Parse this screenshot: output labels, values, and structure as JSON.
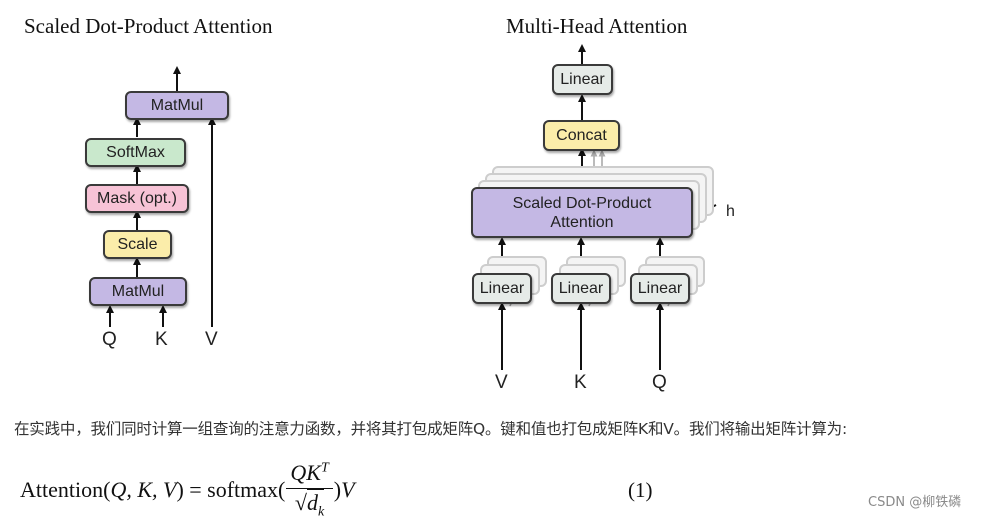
{
  "left_diagram": {
    "title": "Scaled Dot-Product Attention",
    "blocks": {
      "matmul_top": "MatMul",
      "softmax": "SoftMax",
      "mask": "Mask (opt.)",
      "scale": "Scale",
      "matmul_bottom": "MatMul"
    },
    "inputs": {
      "q": "Q",
      "k": "K",
      "v": "V"
    }
  },
  "right_diagram": {
    "title": "Multi-Head Attention",
    "blocks": {
      "linear_top": "Linear",
      "concat": "Concat",
      "attention_line1": "Scaled Dot-Product",
      "attention_line2": "Attention",
      "linear_v": "Linear",
      "linear_k": "Linear",
      "linear_q": "Linear"
    },
    "heads_label": "h",
    "inputs": {
      "v": "V",
      "k": "K",
      "q": "Q"
    }
  },
  "paragraph": "在实践中，我们同时计算一组查询的注意力函数，并将其打包成矩阵Q。键和值也打包成矩阵K和V。我们将输出矩阵计算为:",
  "formula": {
    "lhs": "Attention(",
    "lhs_args": "Q, K, V",
    "lhs_close": ")",
    "equals": " = softmax(",
    "numerator": "QK",
    "numerator_sup": "T",
    "denominator_root": "√",
    "denominator_var": "d",
    "denominator_sub": "k",
    "rhs_close": ")",
    "rhs_var": "V",
    "equation_number": "(1)"
  },
  "watermark": "CSDN @柳铁磷",
  "colors": {
    "matmul": "#c4b8e4",
    "softmax": "#c9e8cc",
    "mask": "#f7c3d6",
    "scale": "#fbedaa",
    "linear": "#e6ebe8",
    "concat": "#fbedaa"
  }
}
